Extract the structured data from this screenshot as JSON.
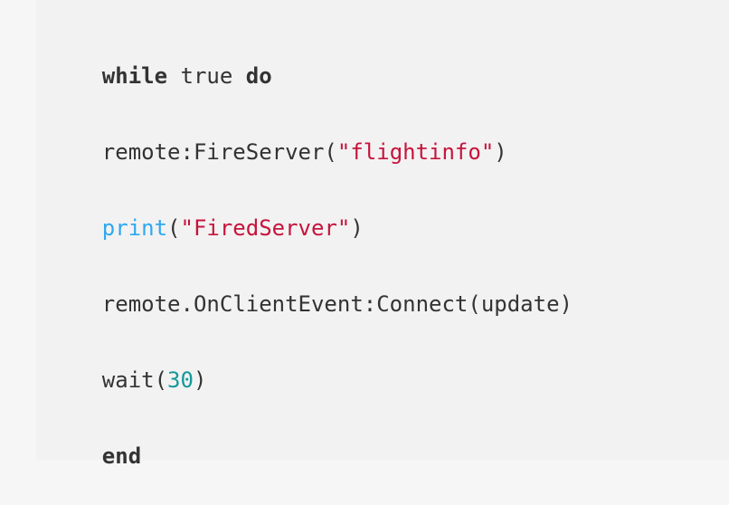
{
  "colors": {
    "page_background": "#f6f6f6",
    "code_background": "#f2f2f2",
    "text": "#333333",
    "string": "#c6143c",
    "number": "#14999a",
    "builtin": "#2fa8f0"
  },
  "code": {
    "line1": {
      "kw_while": "while",
      "text_true": " true ",
      "kw_do": "do"
    },
    "line2": {
      "text_call": "remote:FireServer(",
      "str_arg": "\"flightinfo\"",
      "text_close": ")"
    },
    "line3": {
      "builtin_print": "print",
      "text_open": "(",
      "str_arg": "\"FiredServer\"",
      "text_close": ")"
    },
    "line4": {
      "text_full": "remote.OnClientEvent:Connect(update)"
    },
    "line5": {
      "text_wait": "wait(",
      "num_arg": "30",
      "text_close": ")"
    },
    "line6": {
      "kw_end": "end"
    }
  }
}
